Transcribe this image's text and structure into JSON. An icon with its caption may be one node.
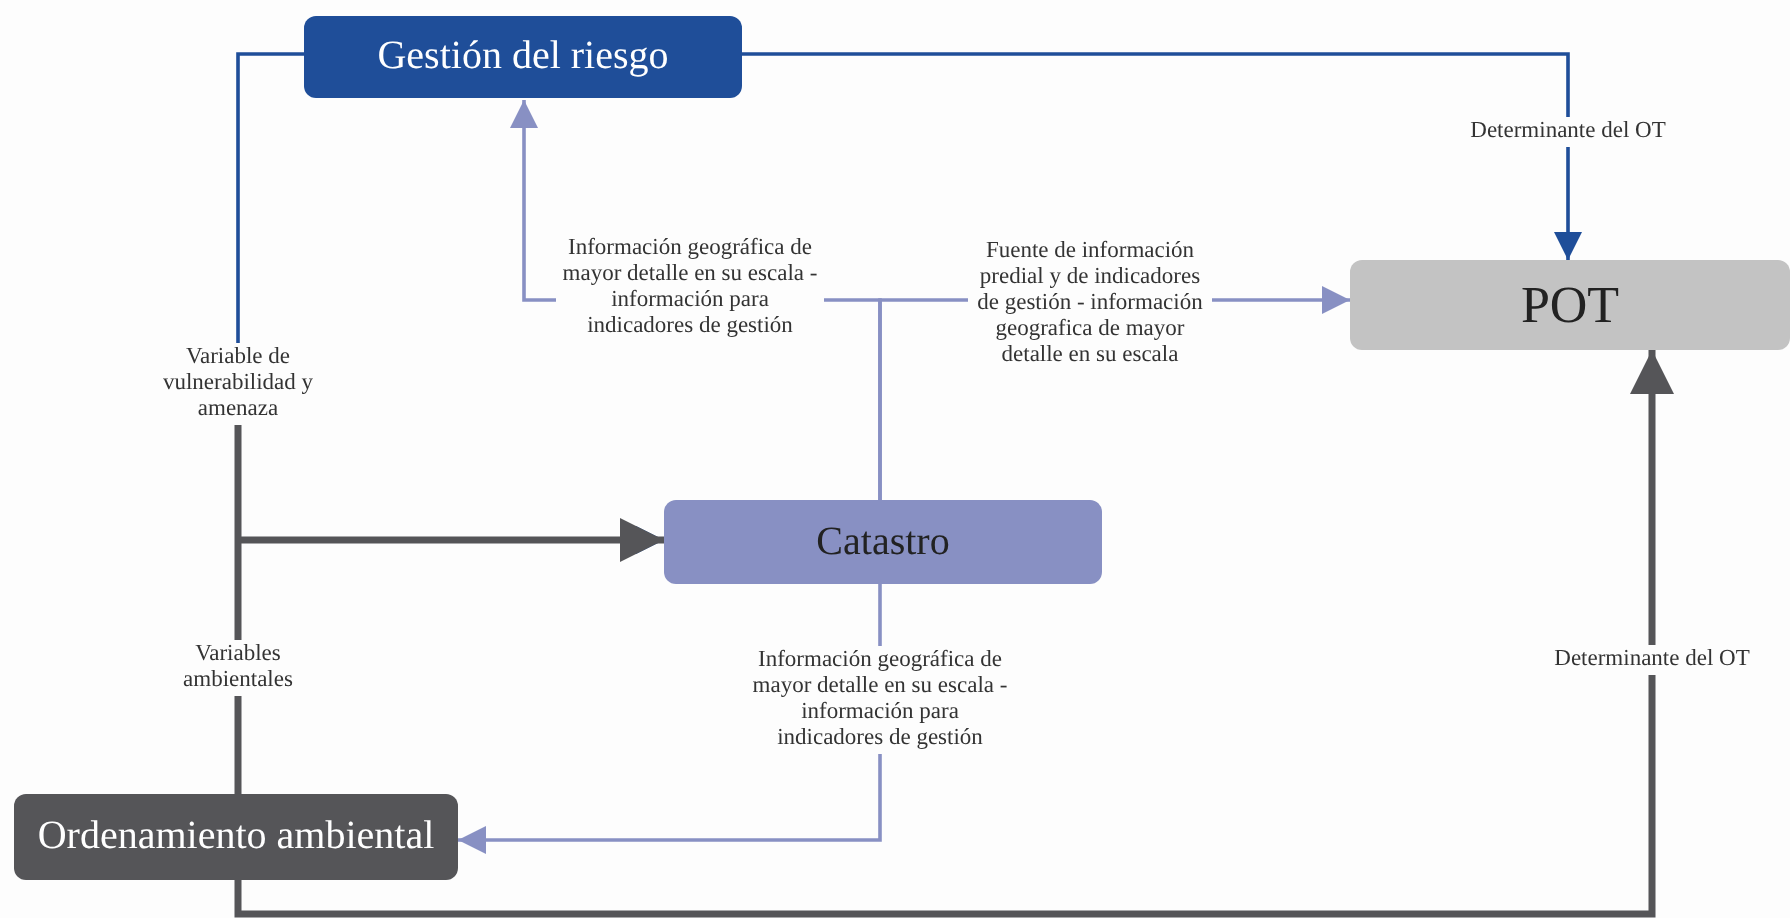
{
  "diagram": {
    "nodes": [
      {
        "text": [
          "Gestión del riesgo"
        ]
      },
      {
        "text": [
          "POT"
        ]
      },
      {
        "text": [
          "Catastro"
        ]
      },
      {
        "text": [
          "Ordenamiento ambiental"
        ]
      }
    ],
    "edges": [
      {
        "from": 0,
        "to": 1,
        "arrow": "to",
        "label": "Determinante del OT",
        "color": "#1f4e99"
      },
      {
        "from": 0,
        "to": 2,
        "arrow": "to",
        "label": "Variable de vulnerabilidad y amenaza",
        "color": "#1f4e99"
      },
      {
        "from": 3,
        "to": 2,
        "arrow": "to",
        "label": "Variables ambientales",
        "style": "thick",
        "color": "#555558"
      },
      {
        "from": 2,
        "to": 0,
        "arrow": "to",
        "label": "Información geográfica de mayor detalle en su escala -información para indicadores de gestión"
      },
      {
        "from": 2,
        "to": 1,
        "arrow": "to",
        "label": "Fuente de información predial y de indicadores de gestión - información geografica de mayor detalle en su escala"
      },
      {
        "from": 2,
        "to": 3,
        "arrow": "to",
        "label": "Información geográfica de mayor detalle en su escala -información para indicadores de gestión"
      },
      {
        "from": 3,
        "to": 1,
        "arrow": "to",
        "label": "Determinante del OT",
        "style": "thick",
        "color": "#555558"
      }
    ]
  }
}
